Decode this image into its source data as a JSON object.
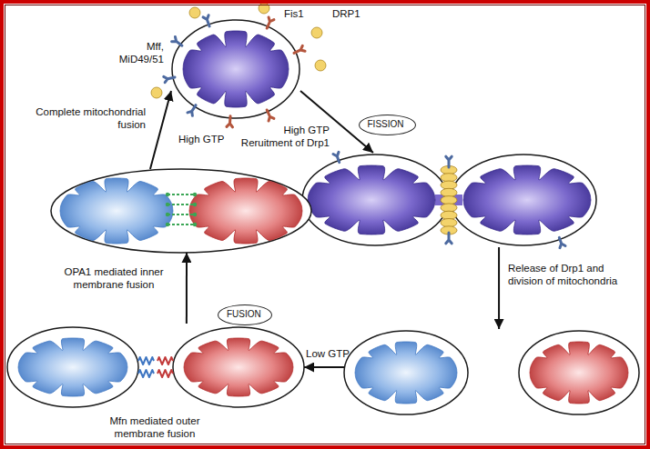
{
  "diagram": {
    "nodes": [
      {
        "text": [
          "Fis1",
          "DRP1",
          "Mff, MiD49/51"
        ]
      },
      {
        "text": []
      },
      {
        "text": []
      },
      {
        "text": [
          "Mfn mediated outer membrane fusion"
        ]
      },
      {
        "text": [
          "OPA1 mediated inner membrane fusion"
        ]
      },
      {
        "text": [
          "FISSION"
        ]
      },
      {
        "text": [
          "FUSION"
        ]
      }
    ],
    "edges": [
      {
        "from": 0,
        "to": 1,
        "arrow": "to",
        "label": "High GTP Reruitment of Drp1"
      },
      {
        "from": 1,
        "to": 2,
        "arrow": "to",
        "label": "Release of Drp1 and division of mitochondria"
      },
      {
        "from": 2,
        "to": 3,
        "arrow": "to",
        "label": "Low GTP"
      },
      {
        "from": 3,
        "to": 4,
        "arrow": "to"
      },
      {
        "from": 4,
        "to": 0,
        "arrow": "to",
        "label": "Complete mitochondrial fusion"
      }
    ],
    "labels": [
      "High GTP"
    ]
  }
}
